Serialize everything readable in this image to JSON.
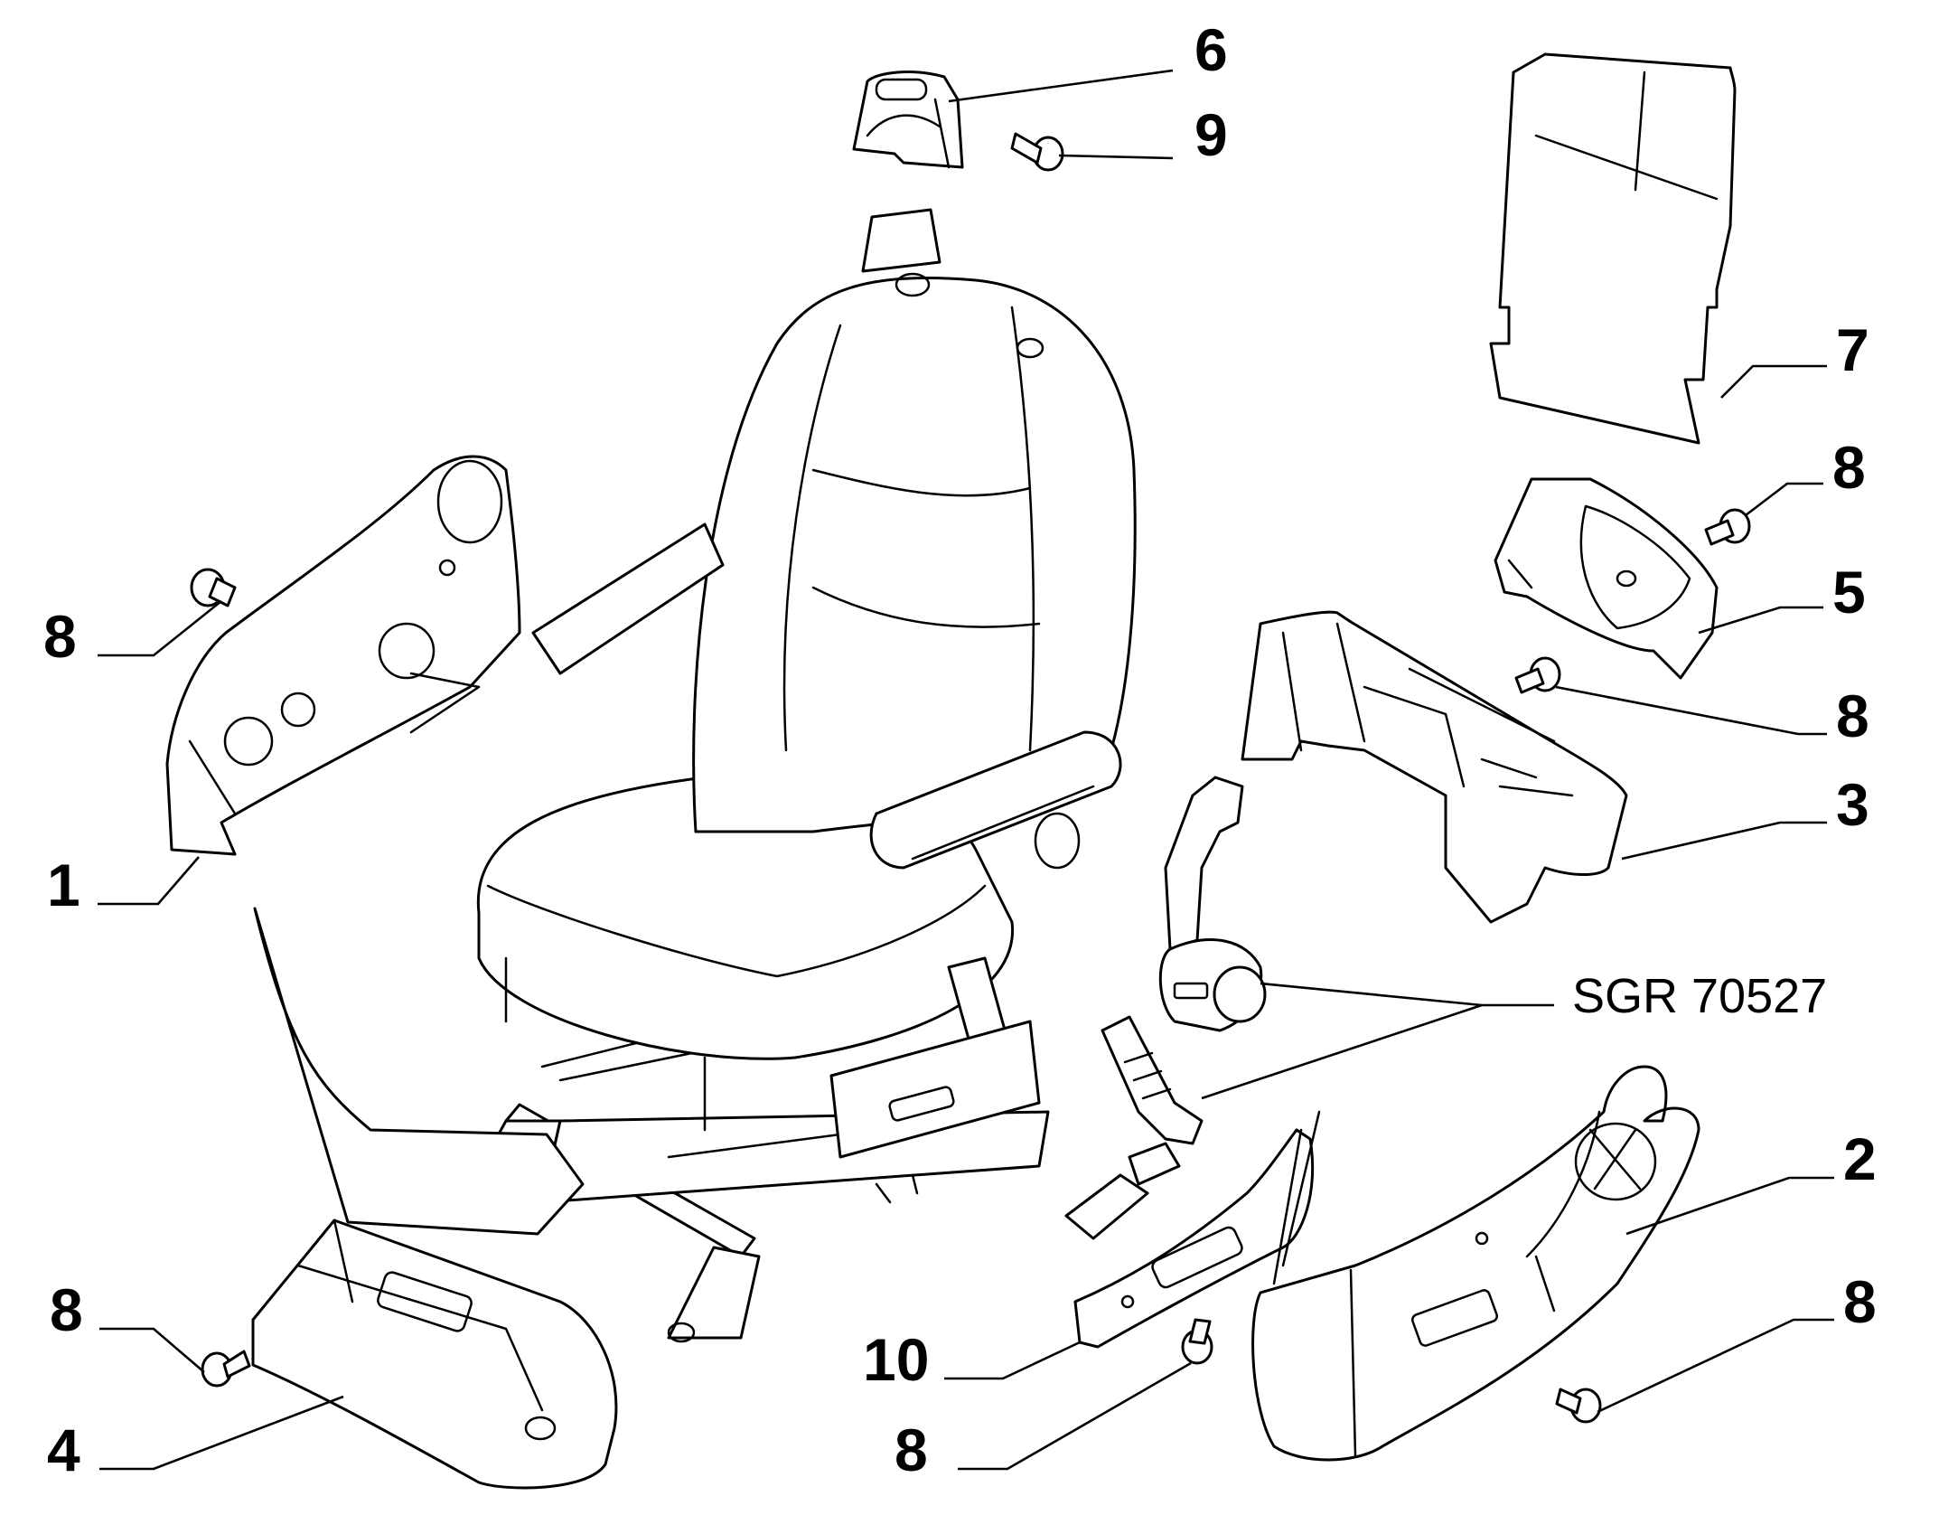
{
  "callouts": {
    "c1": "1",
    "c2": "2",
    "c3": "3",
    "c4": "4",
    "c5": "5",
    "c6": "6",
    "c7": "7",
    "c8": "8",
    "c9": "9",
    "c10": "10"
  },
  "reference_code": "SGR 70527",
  "colors": {
    "line": "#000000",
    "background": "#ffffff"
  }
}
